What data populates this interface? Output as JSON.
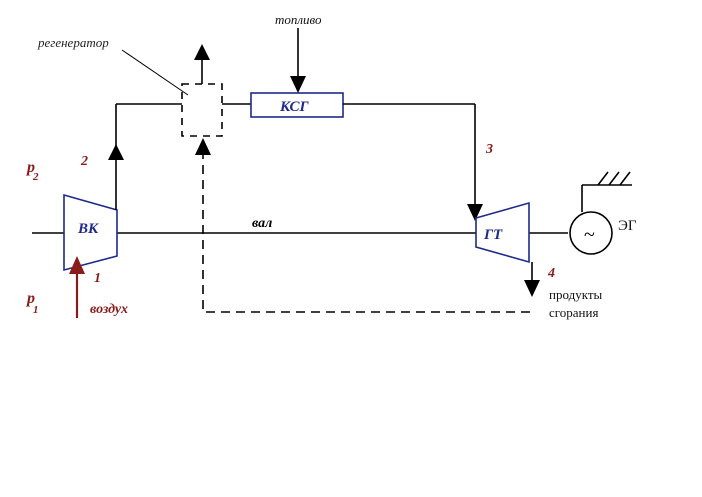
{
  "diagram": {
    "labels": {
      "regenerator": "регенератор",
      "fuel": "топливо",
      "ksg": "КСГ",
      "vk": "ВК",
      "gt": "ГТ",
      "shaft": "вал",
      "eg": "ЭГ",
      "generator_symbol": "~",
      "air": "воздух",
      "products_line1": "продукты",
      "products_line2": "сгорания",
      "p2": "p",
      "p2_sub": "2",
      "p1": "p",
      "p1_sub": "1",
      "point1": "1",
      "point2": "2",
      "point3": "3",
      "point4": "4"
    },
    "colors": {
      "line": "#000000",
      "component": "#1f2a8a",
      "state_label": "#8b1a1a"
    }
  }
}
